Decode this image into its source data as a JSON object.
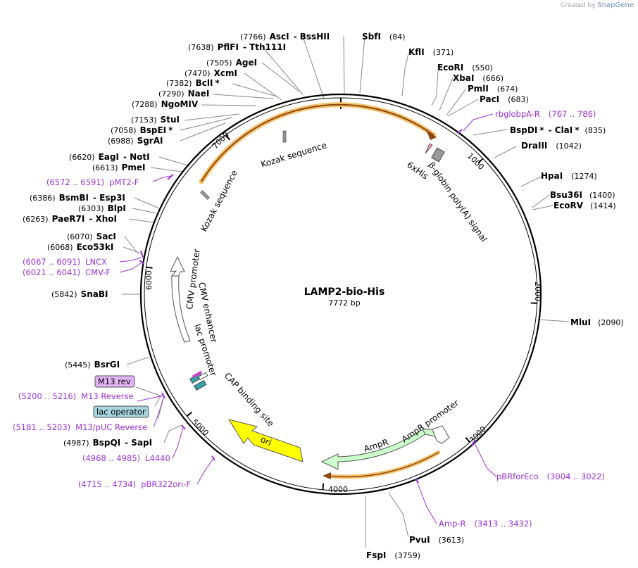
{
  "credit": {
    "prefix": "Created by",
    "brand": "SnapGene"
  },
  "plasmid": {
    "name": "LAMP2-bio-His",
    "length_label": "7772 bp"
  },
  "ticks": [
    "1000",
    "2000",
    "3000",
    "4000",
    "5000",
    "6000",
    "7000"
  ],
  "features": {
    "kozak1": "Kozak sequence",
    "kozak2": "Kozak sequence",
    "his": "6xHis",
    "globin": "β-globin poly(A) signal",
    "cmv_promoter": "CMV promoter",
    "cmv_enhancer": "CMV enhancer",
    "lac_promoter": "lac promoter",
    "cap": "CAP binding site",
    "ampr": "AmpR",
    "ampr_promoter": "AmpR promoter",
    "ori": "ori"
  },
  "sites": [
    {
      "pos": "(7766)",
      "name": "AscI",
      "name2": "BssHII",
      "star": ""
    },
    {
      "pos": "(84)",
      "name": "SbfI",
      "star": ""
    },
    {
      "pos": "(7638)",
      "name": "PflFI",
      "name2": "Tth111I",
      "star": ""
    },
    {
      "pos": "(371)",
      "name": "KflI",
      "star": ""
    },
    {
      "pos": "(7505)",
      "name": "AgeI",
      "star": ""
    },
    {
      "pos": "(550)",
      "name": "EcoRI",
      "star": ""
    },
    {
      "pos": "(7470)",
      "name": "XcmI",
      "star": ""
    },
    {
      "pos": "(666)",
      "name": "XbaI",
      "star": ""
    },
    {
      "pos": "(7382)",
      "name": "BclI",
      "star": "*"
    },
    {
      "pos": "(674)",
      "name": "PmlI",
      "star": ""
    },
    {
      "pos": "(7290)",
      "name": "NaeI",
      "star": ""
    },
    {
      "pos": "(683)",
      "name": "PacI",
      "star": ""
    },
    {
      "pos": "(7288)",
      "name": "NgoMIV",
      "star": ""
    },
    {
      "pos": "(7153)",
      "name": "StuI",
      "star": ""
    },
    {
      "pos": "(835)",
      "name": "BspDI",
      "name2": "ClaI",
      "star": "*",
      "star2": "*"
    },
    {
      "pos": "(7058)",
      "name": "BspEI",
      "star": "*"
    },
    {
      "pos": "(6988)",
      "name": "SgrAI",
      "star": ""
    },
    {
      "pos": "(1042)",
      "name": "DraIII",
      "star": ""
    },
    {
      "pos": "(6620)",
      "name": "EagI",
      "name2": "NotI",
      "star": ""
    },
    {
      "pos": "(6613)",
      "name": "PmeI",
      "star": ""
    },
    {
      "pos": "(1274)",
      "name": "HpaI",
      "star": ""
    },
    {
      "pos": "(6386)",
      "name": "BsmBI",
      "name2": "Esp3I",
      "star": ""
    },
    {
      "pos": "(1400)",
      "name": "Bsu36I",
      "star": ""
    },
    {
      "pos": "(1414)",
      "name": "EcoRV",
      "star": ""
    },
    {
      "pos": "(6303)",
      "name": "BlpI",
      "star": ""
    },
    {
      "pos": "(6263)",
      "name": "PaeR7I",
      "name2": "XhoI",
      "star": ""
    },
    {
      "pos": "(6070)",
      "name": "SacI",
      "star": ""
    },
    {
      "pos": "(6068)",
      "name": "Eco53kI",
      "star": ""
    },
    {
      "pos": "(5842)",
      "name": "SnaBI",
      "star": ""
    },
    {
      "pos": "(2090)",
      "name": "MluI",
      "star": ""
    },
    {
      "pos": "(5445)",
      "name": "BsrGI",
      "star": ""
    },
    {
      "pos": "(4987)",
      "name": "BspQI",
      "name2": "SapI",
      "star": ""
    },
    {
      "pos": "(3613)",
      "name": "PvuI",
      "star": ""
    },
    {
      "pos": "(3759)",
      "name": "FspI",
      "star": ""
    }
  ],
  "primers": [
    {
      "range": "(767 .. 786)",
      "name": "rbglobpA-R"
    },
    {
      "range": "(6572 .. 6591)",
      "name": "pMT2-F"
    },
    {
      "range": "(6067 .. 6091)",
      "name": "LNCX"
    },
    {
      "range": "(6021 .. 6041)",
      "name": "CMV-F"
    },
    {
      "range": "(5200 .. 5216)",
      "name": "M13 Reverse"
    },
    {
      "range": "(5181 .. 5203)",
      "name": "M13/pUC Reverse"
    },
    {
      "range": "(4968 .. 4985)",
      "name": "L4440"
    },
    {
      "range": "(4715 .. 4734)",
      "name": "pBR322ori-F"
    },
    {
      "range": "(3004 .. 3022)",
      "name": "pBRforEco"
    },
    {
      "range": "(3413 .. 3432)",
      "name": "Amp-R"
    }
  ],
  "boxes": {
    "m13rev": "M13 rev",
    "lacop": "lac operator"
  },
  "colors": {
    "primer": "#9b30d9",
    "ori": "#ffff00",
    "ampr": "#ccffcc",
    "promoter": "#ffffff",
    "orf_highlight": "#f5a623",
    "orf_arrow": "#8b4513",
    "m13_box": "#e2b3f5",
    "lacop_box": "#a6d5de"
  }
}
